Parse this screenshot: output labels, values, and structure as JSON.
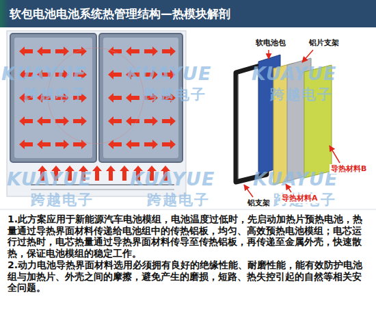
{
  "diagram": {
    "title": "软包电池电池系统热管理结构—热模块解剖",
    "labels": [
      "软电池包",
      "铝片支架",
      "铝支架",
      "导热材料A",
      "导热材料B",
      "KUAYUE",
      "KUAYUE",
      "KUAYUE",
      "跨越电子",
      "跨越电子",
      "跨越电子",
      "KUAYUE",
      "KUAYUE",
      "KUAYUE",
      "跨越电子",
      "跨越电子",
      "跨越电子",
      "1.此方案应用于新能源汽车电池模组，电池温度过低时，先启动加热片预热电池，热量通过导热界面材料传递给电池组中的传热铝板，均匀、高效预热电池模组；电芯运行过热时，电芯热量通过导热界面材料传导至传热铝板，再传递至金属外壳，快速散热，保证电池模组的稳定工作。",
      "2.动力电池导热界面材料选用必须拥有良好的绝缘性能、耐磨性能，能有效防护电池组与加热片、外壳之间的摩擦，避免产生的磨损，短路、热失控引起的自然等相关安全问题。"
    ]
  }
}
